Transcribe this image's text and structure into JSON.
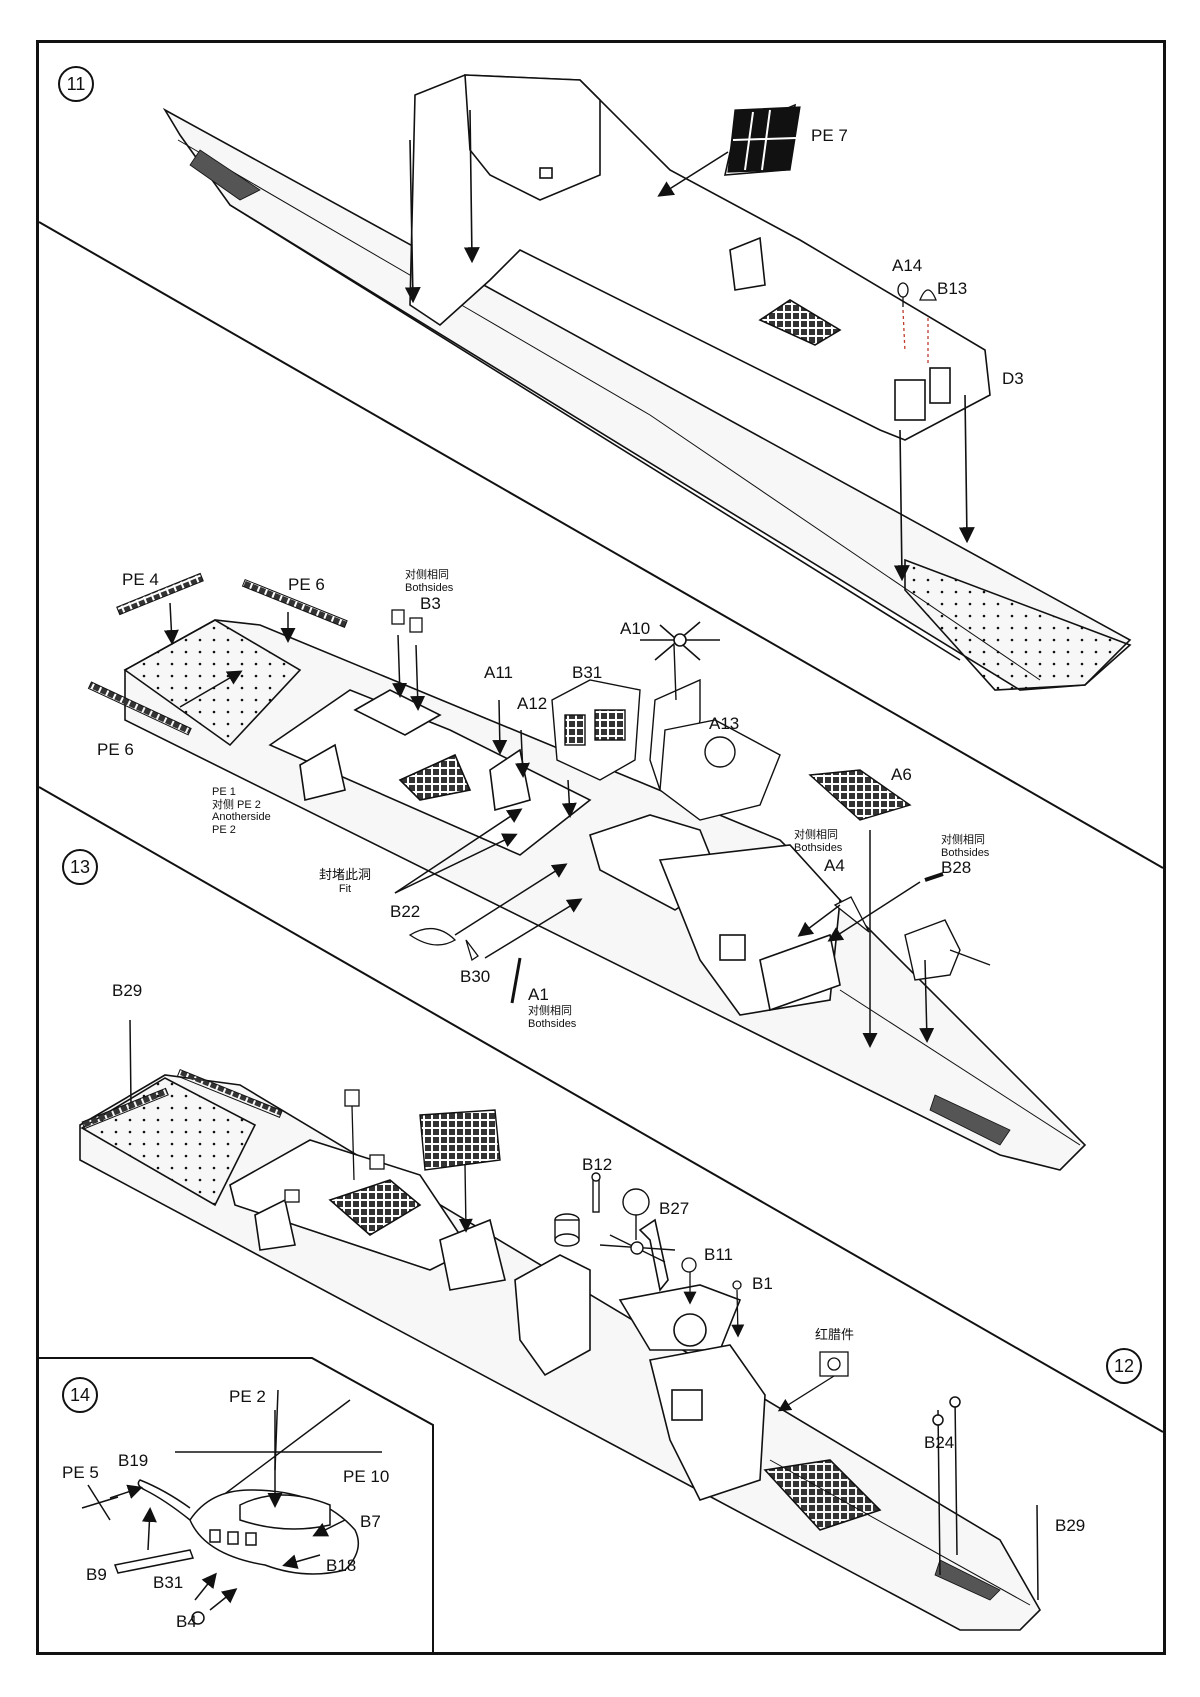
{
  "steps": {
    "s11": "11",
    "s12": "12",
    "s13": "13",
    "s14": "14"
  },
  "parts_top": {
    "pe7": "PE 7",
    "a14": "A14",
    "b13": "B13",
    "d3": "D3"
  },
  "parts_mid": {
    "pe4": "PE 4",
    "pe6a": "PE 6",
    "pe6b": "PE 6",
    "b3_cn": "对侧相同",
    "b3_en": "Bothsides",
    "b3": "B3",
    "a10": "A10",
    "a11": "A11",
    "a12": "A12",
    "b31": "B31",
    "a13": "A13",
    "a6": "A6",
    "pe1_line1": "PE 1",
    "pe1_line2": "对侧  PE 2",
    "pe1_line3": "Anotherside",
    "pe1_line4": "PE 2",
    "a4_cn": "对侧相同",
    "a4_en": "Bothsides",
    "a4": "A4",
    "b28_cn": "对侧相同",
    "b28_en": "Bothsides",
    "b28": "B28",
    "fit_cn": "封堵此洞",
    "fit_en": "Fit",
    "b22": "B22",
    "b30": "B30",
    "a1": "A1",
    "a1_cn": "对侧相同",
    "a1_en": "Bothsides"
  },
  "parts_low": {
    "b29a": "B29",
    "b12": "B12",
    "b27": "B27",
    "b11": "B11",
    "b1": "B1",
    "red": "红腊件",
    "b24": "B24",
    "b29b": "B29"
  },
  "parts_heli": {
    "pe2": "PE 2",
    "pe5": "PE 5",
    "b19": "B19",
    "pe10": "PE 10",
    "b7": "B7",
    "b9": "B9",
    "b18": "B18",
    "b31": "B31",
    "b4": "B4"
  },
  "colors": {
    "ink": "#111111",
    "paper": "#ffffff",
    "hull": "#f4f4f4",
    "accent": "#c0392b"
  }
}
